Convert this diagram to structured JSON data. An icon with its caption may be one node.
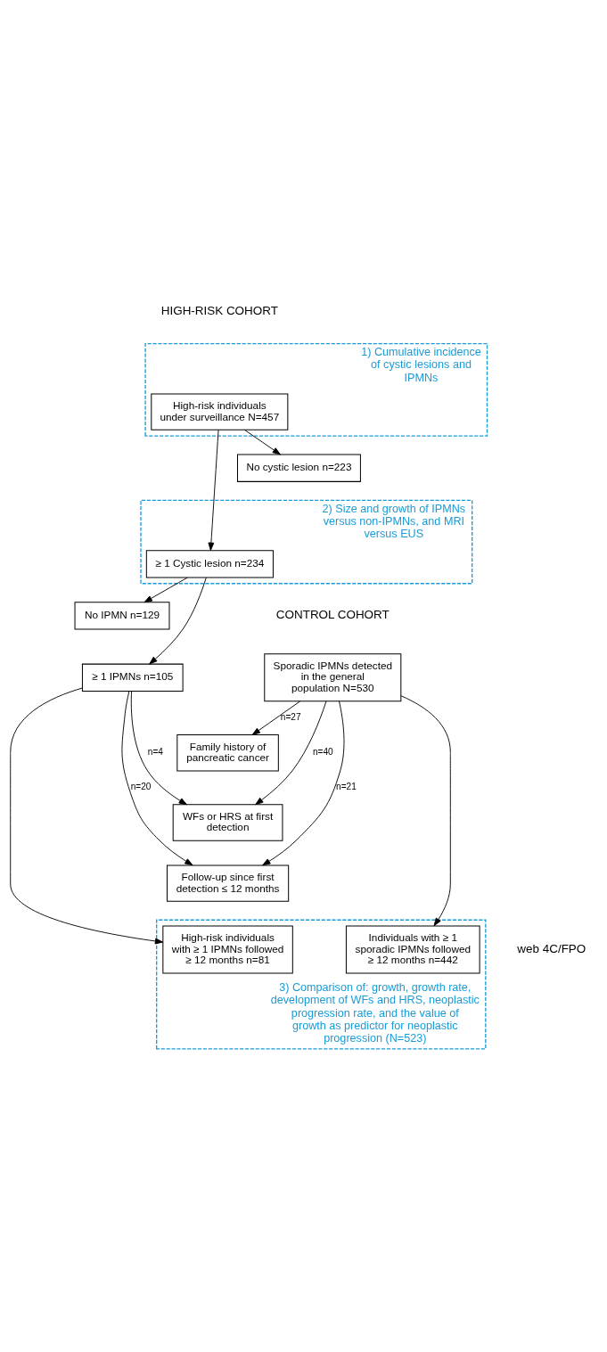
{
  "diagram": {
    "nodes": [
      {
        "text": [
          "1) Cumulative incidence of cystic lesions and IPMNs"
        ]
      },
      {
        "text": [
          "High-risk individuals under surveillance N=457"
        ],
        "in": 0
      },
      {
        "text": [
          "No cystic lesion n=223"
        ]
      },
      {
        "text": [
          "2) Size and growth of IPMNs versus non-IPMNs, and MRI versus EUS"
        ]
      },
      {
        "text": [
          "≥ 1 Cystic lesion n=234"
        ],
        "in": 3
      },
      {
        "text": [
          "No IPMN n=129"
        ]
      },
      {
        "text": [
          "≥ 1 IPMNs n=105"
        ]
      },
      {
        "text": [
          "Sporadic IPMNs detected in the general population N=530"
        ]
      },
      {
        "text": [
          "Family history of pancreatic cancer"
        ]
      },
      {
        "text": [
          "WFs or HRS at first detection"
        ]
      },
      {
        "text": [
          "Follow-up since first detection ≤ 12 months"
        ]
      },
      {
        "text": [
          "3) Comparison of: growth, growth rate, development of WFs and HRS, neoplastic progression rate, and the value of growth as predictor for neoplastic progression (N=523)"
        ]
      },
      {
        "text": [
          "High-risk individuals with ≥ 1 IPMNs followed ≥ 12 months n=81"
        ],
        "in": 11
      },
      {
        "text": [
          "Individuals with ≥ 1 sporadic IPMNs followed ≥ 12 months n=442"
        ],
        "in": 11
      }
    ],
    "edges": [
      {
        "from": 1,
        "to": 2,
        "arrow": "to"
      },
      {
        "from": 1,
        "to": 4,
        "arrow": "to"
      },
      {
        "from": 4,
        "to": 5,
        "arrow": "to"
      },
      {
        "from": 4,
        "to": 6,
        "arrow": "to"
      },
      {
        "from": 7,
        "to": 8,
        "arrow": "to",
        "label": "n=27"
      },
      {
        "from": 6,
        "to": 9,
        "arrow": "to",
        "label": "n=4"
      },
      {
        "from": 7,
        "to": 9,
        "arrow": "to",
        "label": "n=40"
      },
      {
        "from": 6,
        "to": 10,
        "arrow": "to",
        "label": "n=20"
      },
      {
        "from": 7,
        "to": 10,
        "arrow": "to",
        "label": "n=21"
      },
      {
        "from": 6,
        "to": 12,
        "arrow": "to"
      },
      {
        "from": 7,
        "to": 13,
        "arrow": "to"
      }
    ],
    "labels": [
      "HIGH-RISK COHORT",
      "CONTROL COHORT",
      "web 4C/FPO"
    ]
  }
}
